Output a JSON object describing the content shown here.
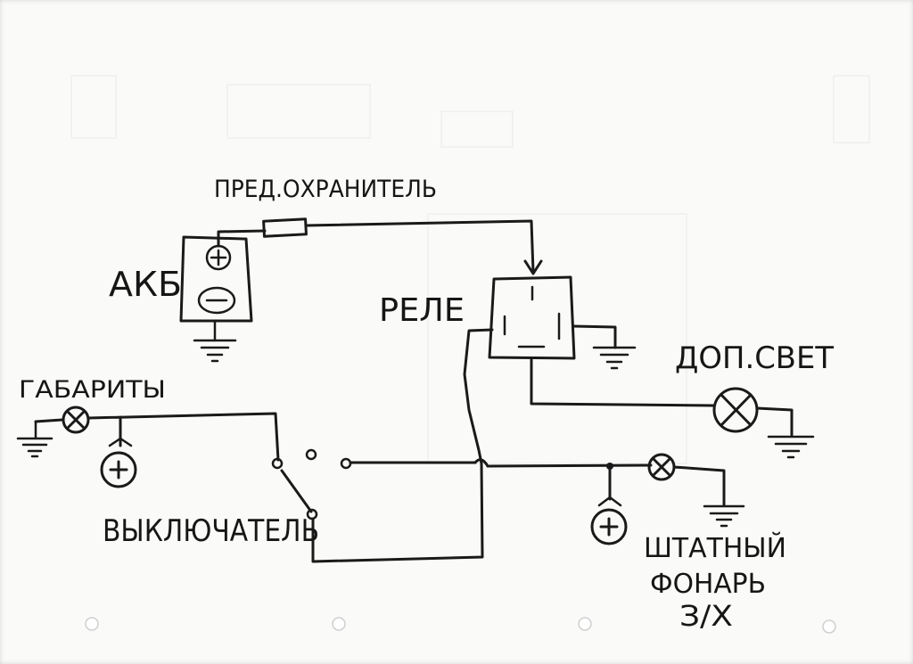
{
  "diagram": {
    "labels": {
      "fuse": "ПРЕД.ОХРАНИТЕЛЬ",
      "battery": "АКБ",
      "relay": "РЕЛЕ",
      "extra_light": "ДОП.СВЕТ",
      "parking_lights": "ГАБАРИТЫ",
      "switch": "ВЫКЛЮЧАТЕЛЬ",
      "stock_lamp_line1": "ШТАТНЫЙ",
      "stock_lamp_line2": "ФОНАРЬ",
      "stock_lamp_line3": "З/Х"
    },
    "plus_symbol": "+",
    "minus_symbol": "−"
  }
}
